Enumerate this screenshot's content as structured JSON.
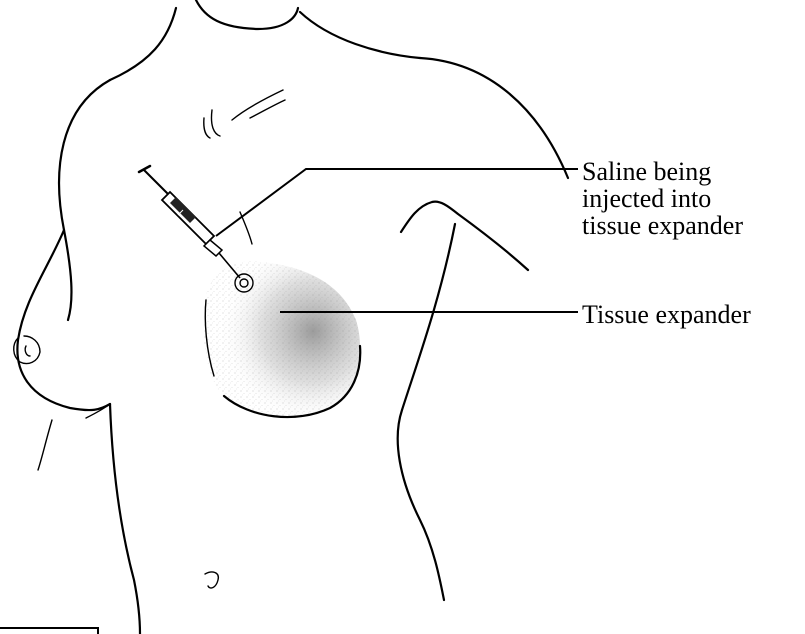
{
  "labels": {
    "saline": [
      "Saline being",
      "injected into",
      "tissue expander"
    ],
    "tissue_expander": "Tissue expander"
  },
  "colors": {
    "line": "#000000",
    "expander_shade": "#9a9a9a",
    "background": "#ffffff"
  }
}
